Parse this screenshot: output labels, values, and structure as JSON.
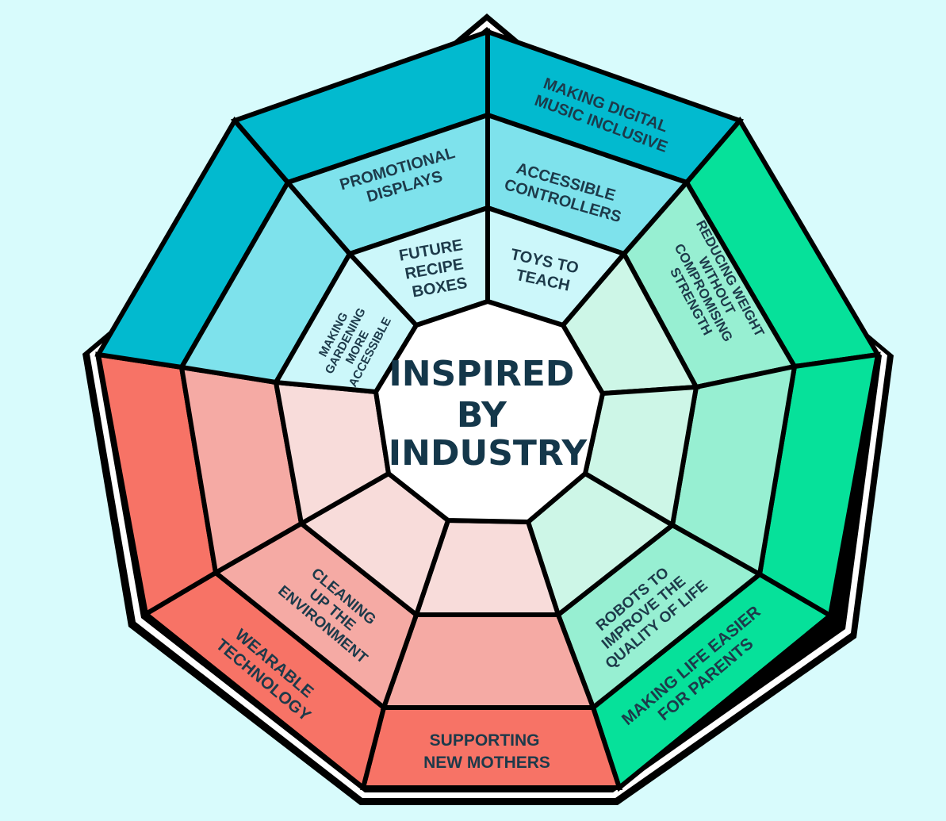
{
  "center": {
    "title_lines": [
      "INSPIRED",
      "BY",
      "INDUSTRY"
    ]
  },
  "topics": [
    {
      "key": "promotional-displays",
      "lines": [
        "PROMOTIONAL",
        "DISPLAYS"
      ]
    },
    {
      "key": "future-recipe-boxes",
      "lines": [
        "FUTURE",
        "RECIPE",
        "BOXES"
      ]
    },
    {
      "key": "making-gardening-more-accessible",
      "lines": [
        "MAKING",
        "GARDENING",
        "MORE",
        "ACCESSIBLE"
      ]
    },
    {
      "key": "making-digital-music-inclusive",
      "lines": [
        "MAKING DIGITAL",
        "MUSIC INCLUSIVE"
      ]
    },
    {
      "key": "accessible-controllers",
      "lines": [
        "ACCESSIBLE",
        "CONTROLLERS"
      ]
    },
    {
      "key": "toys-to-teach",
      "lines": [
        "TOYS TO",
        "TEACH"
      ]
    },
    {
      "key": "reducing-weight-without-compromising-strength",
      "lines": [
        "REDUCING WEIGHT",
        "WITHOUT",
        "COMPROMISING",
        "STRENGTH"
      ]
    },
    {
      "key": "cleaning-up-the-environment",
      "lines": [
        "CLEANING",
        "UP THE",
        "ENVIRONMENT"
      ]
    },
    {
      "key": "wearable-technology",
      "lines": [
        "WEARABLE",
        "TECHNOLOGY"
      ]
    },
    {
      "key": "supporting-new-mothers",
      "lines": [
        "SUPPORTING",
        "NEW MOTHERS"
      ]
    },
    {
      "key": "robots-to-improve-the-quality-of-life",
      "lines": [
        "ROBOTS TO",
        "IMPROVE THE",
        "QUALITY OF LIFE"
      ]
    },
    {
      "key": "making-life-easier-for-parents",
      "lines": [
        "MAKING LIFE EASIER",
        "FOR PARENTS"
      ]
    }
  ],
  "colors": {
    "background": "#d8fbfc",
    "blue": [
      "#ccf7fa",
      "#7ee2ec",
      "#02bacf"
    ],
    "green": [
      "#cdf6e7",
      "#97efd2",
      "#06e19a"
    ],
    "red": [
      "#f8dcda",
      "#f5aaa4",
      "#f77366"
    ],
    "center": "#ffffff",
    "text": "#1d3a4a"
  }
}
